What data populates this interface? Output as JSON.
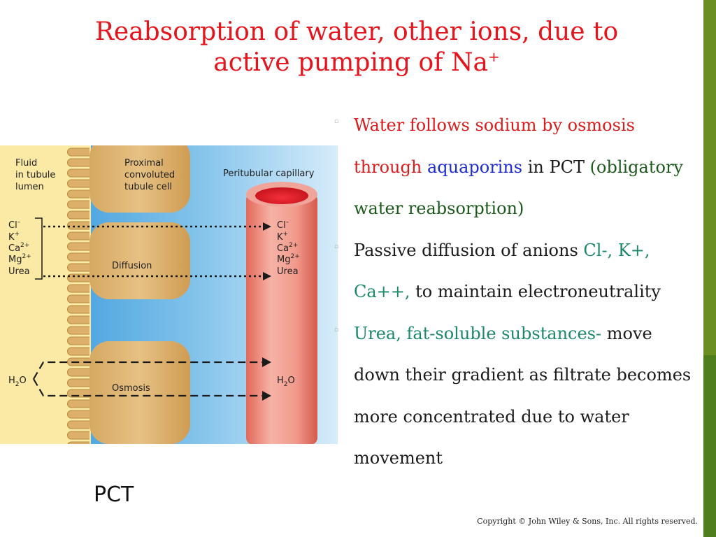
{
  "slide": {
    "title_line1": "Reabsorption of water, other ions, due to",
    "title_line2": "active pumping of Na",
    "title_sup": "+",
    "caption": "PCT",
    "copyright": "Copyright © John Wiley & Sons, Inc. All rights reserved."
  },
  "diagram": {
    "fluid_label": [
      "Fluid",
      "in tubule",
      "lumen"
    ],
    "cell_label": [
      "Proximal",
      "convoluted",
      "tubule cell"
    ],
    "capillary_label": "Peritubular capillary",
    "diffusion_label": "Diffusion",
    "osmosis_label": "Osmosis",
    "ions": [
      {
        "base": "Cl",
        "sup": "–"
      },
      {
        "base": "K",
        "sup": "+"
      },
      {
        "base": "Ca",
        "sup": "2+"
      },
      {
        "base": "Mg",
        "sup": "2+"
      },
      {
        "base": "Urea",
        "sup": ""
      }
    ],
    "water": {
      "base": "H",
      "sub": "2",
      "tail": "O"
    }
  },
  "bullets": [
    {
      "segments": [
        {
          "text": "Water  follows sodium by osmosis through ",
          "color": "red"
        },
        {
          "text": "aquaporins",
          "color": "blue"
        },
        {
          "text": " in PCT ",
          "color": "black"
        },
        {
          "text": "(obligatory water reabsorption)",
          "color": "green"
        }
      ]
    },
    {
      "segments": [
        {
          "text": "Passive diffusion of anions  ",
          "color": "black"
        },
        {
          "text": "Cl-, K+, Ca++,",
          "color": "teal"
        },
        {
          "text": " to maintain electroneutrality",
          "color": "black"
        }
      ]
    },
    {
      "segments": [
        {
          "text": "Urea, fat-soluble substances-",
          "color": "teal"
        },
        {
          "text": " move down their gradient as filtrate becomes more concentrated due to water movement",
          "color": "black"
        }
      ]
    }
  ]
}
